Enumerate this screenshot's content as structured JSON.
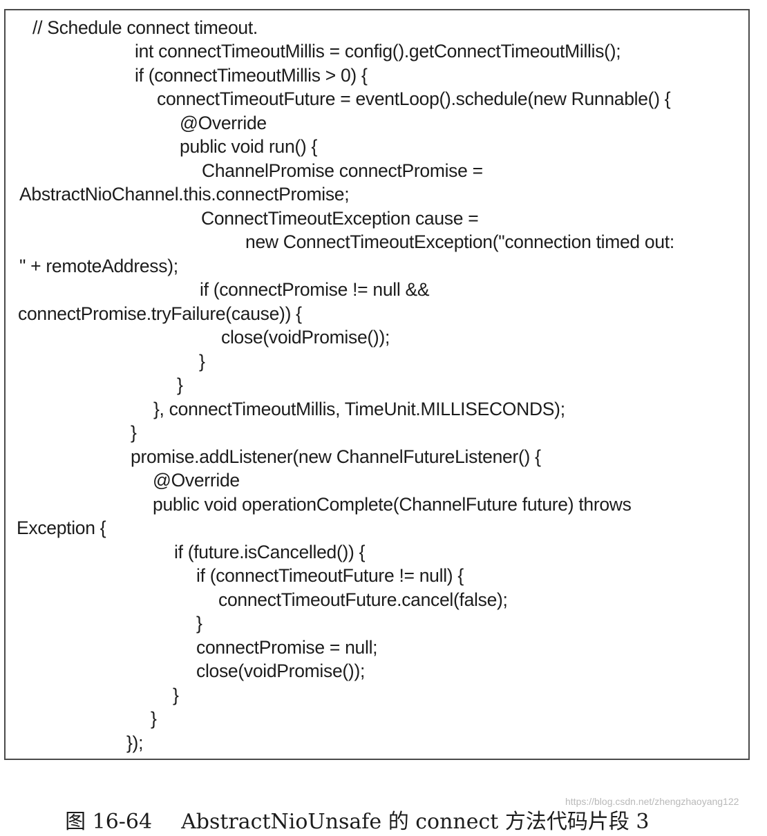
{
  "code_lines": [
    "// Schedule connect timeout.",
    "int connectTimeoutMillis = config().getConnectTimeoutMillis();",
    "if (connectTimeoutMillis > 0) {",
    "connectTimeoutFuture = eventLoop().schedule(new Runnable() {",
    "@Override",
    "public void run() {",
    "ChannelPromise connectPromise =",
    "AbstractNioChannel.this.connectPromise;",
    "ConnectTimeoutException cause =",
    "new ConnectTimeoutException(\"connection timed out:",
    "\" + remoteAddress);",
    "if (connectPromise != null &&",
    "connectPromise.tryFailure(cause)) {",
    "close(voidPromise());",
    "}",
    "}",
    "}, connectTimeoutMillis, TimeUnit.MILLISECONDS);",
    "}",
    "promise.addListener(new ChannelFutureListener() {",
    "@Override",
    "public void operationComplete(ChannelFuture future) throws",
    "Exception {",
    "if (future.isCancelled()) {",
    "if (connectTimeoutFuture != null) {",
    "connectTimeoutFuture.cancel(false);",
    "}",
    "connectPromise = null;",
    "close(voidPromise());",
    "}",
    "}",
    "});"
  ],
  "caption": {
    "figure_number": "图 16-64",
    "title": "AbstractNioUnsafe 的 connect 方法代码片段 3"
  },
  "watermark": "https://blog.csdn.net/zhengzhaoyang122"
}
